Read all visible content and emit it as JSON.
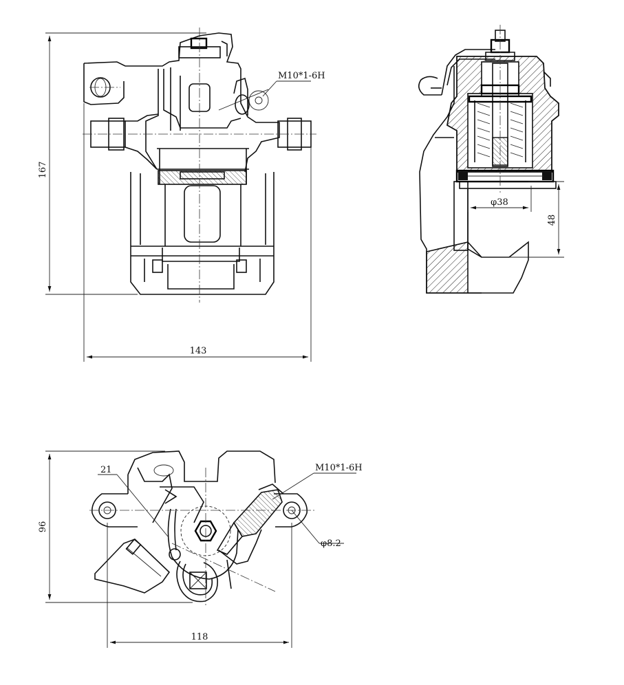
{
  "views": {
    "front": {
      "dim_height": "167",
      "dim_width": "143",
      "thread_callout": "M10*1-6H"
    },
    "section": {
      "dim_bore": "φ38",
      "dim_depth": "48"
    },
    "top": {
      "dim_height": "96",
      "dim_width": "118",
      "thread_callout": "M10*1-6H",
      "hole_callout": "φ8.2",
      "item_label": "21"
    }
  }
}
